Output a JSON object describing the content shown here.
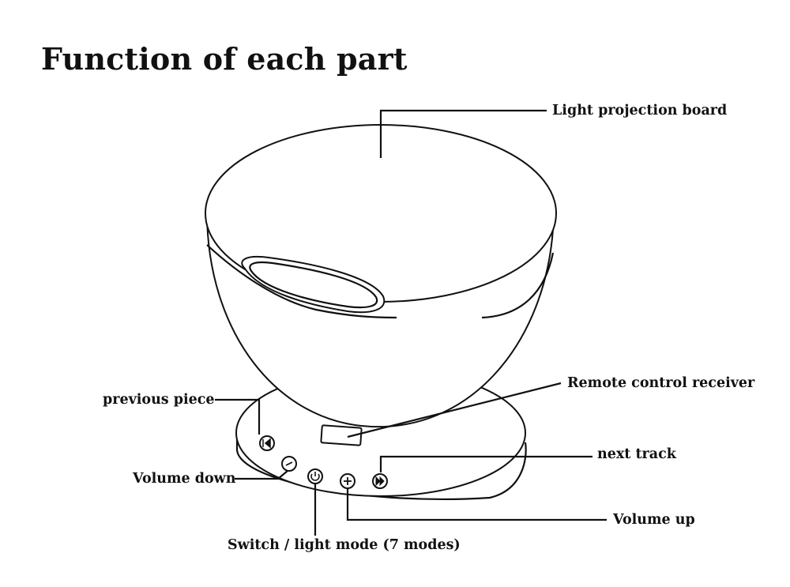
{
  "title": "Function of each part",
  "labels": {
    "projection_board": "Light projection board",
    "remote_receiver": "Remote control receiver",
    "previous_piece": "previous piece",
    "next_track": "next track",
    "volume_down": "Volume down",
    "volume_up": "Volume up",
    "switch_mode": "Switch / light mode (7 modes)"
  },
  "icons": [
    "previous-icon",
    "minus-icon",
    "power-icon",
    "plus-icon",
    "next-icon"
  ]
}
